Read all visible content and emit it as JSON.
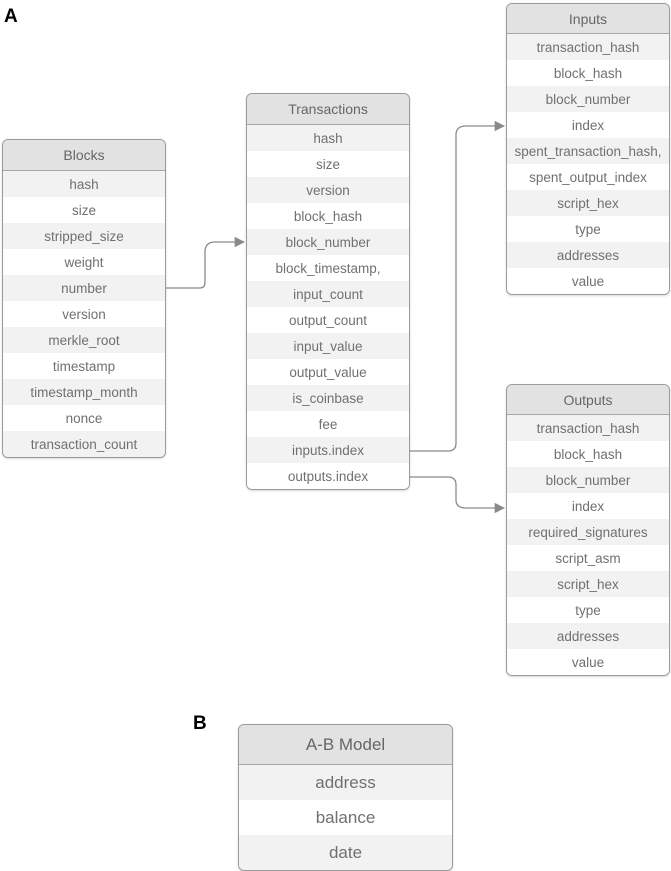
{
  "panels": {
    "a": "A",
    "b": "B"
  },
  "blocks": {
    "title": "Blocks",
    "fields": [
      "hash",
      "size",
      "stripped_size",
      "weight",
      "number",
      "version",
      "merkle_root",
      "timestamp",
      "timestamp_month",
      "nonce",
      "transaction_count"
    ]
  },
  "transactions": {
    "title": "Transactions",
    "fields": [
      "hash",
      "size",
      "version",
      "block_hash",
      "block_number",
      "block_timestamp,",
      "input_count",
      "output_count",
      "input_value",
      "output_value",
      "is_coinbase",
      "fee",
      "inputs.index",
      "outputs.index"
    ]
  },
  "inputs": {
    "title": "Inputs",
    "fields": [
      "transaction_hash",
      "block_hash",
      "block_number",
      "index",
      "spent_transaction_hash,",
      "spent_output_index",
      "script_hex",
      "type",
      "addresses",
      "value"
    ]
  },
  "outputs": {
    "title": "Outputs",
    "fields": [
      "transaction_hash",
      "block_hash",
      "block_number",
      "index",
      "required_signatures",
      "script_asm",
      "script_hex",
      "type",
      "addresses",
      "value"
    ]
  },
  "ab_model": {
    "title": "A-B Model",
    "fields": [
      "address",
      "balance",
      "date"
    ]
  },
  "colors": {
    "header": "#e2e2e2",
    "row_alt": "#f2f2f2",
    "border": "#9a9a9a",
    "text": "#707070",
    "connector": "#8a8a8a"
  }
}
